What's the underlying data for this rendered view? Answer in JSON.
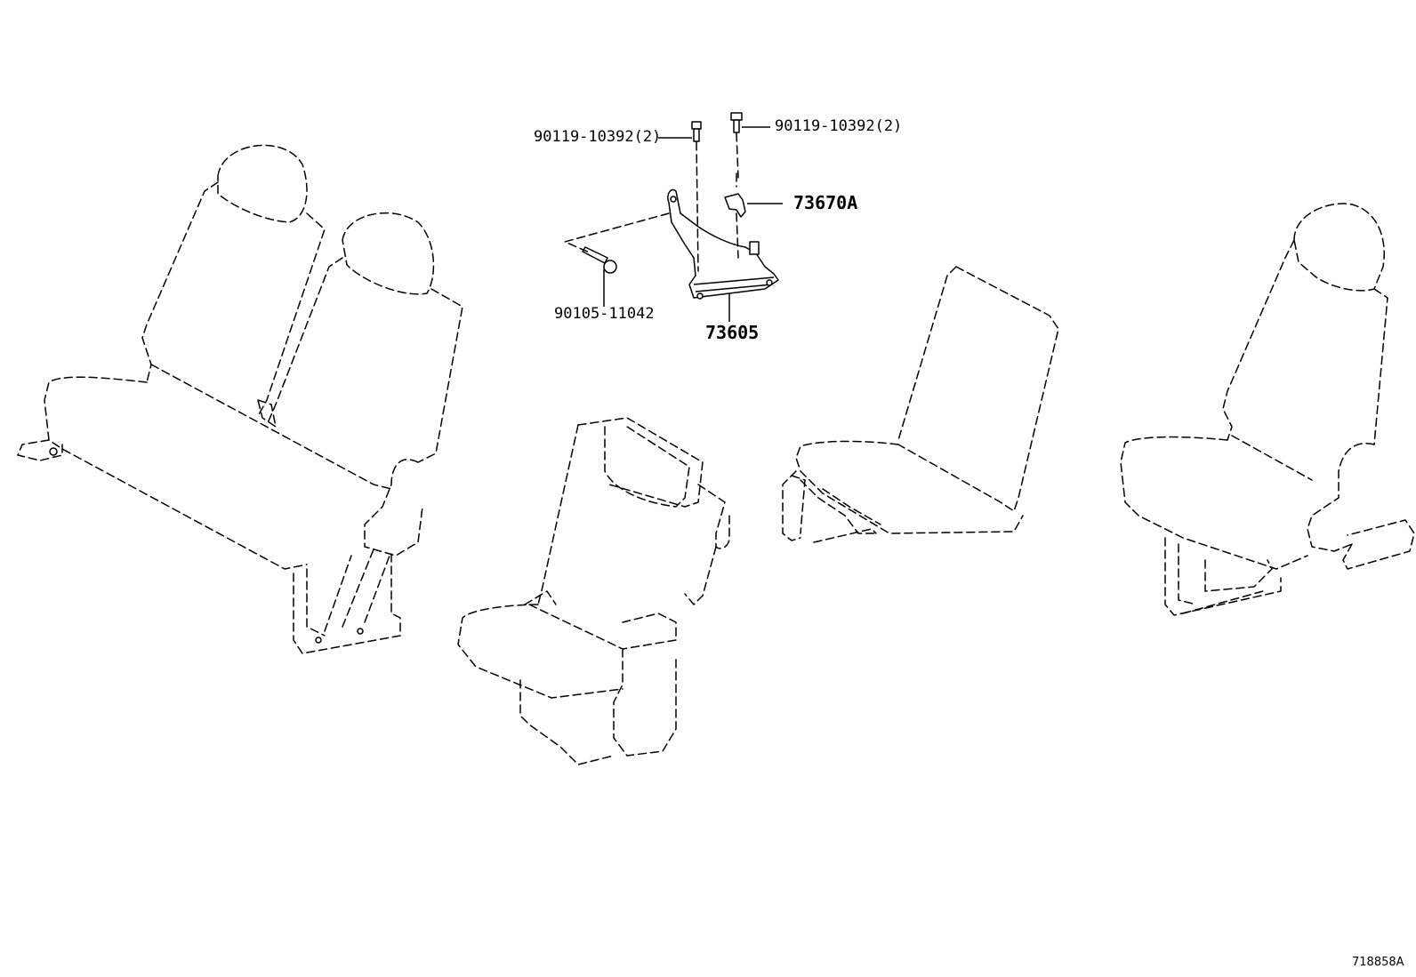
{
  "parts": {
    "bolt_left": "90119-10392(2)",
    "bolt_right": "90119-10392(2)",
    "bracket_small": "73670A",
    "side_bolt": "90105-11042",
    "main_bracket": "73605"
  },
  "figure_ref": "718858A"
}
